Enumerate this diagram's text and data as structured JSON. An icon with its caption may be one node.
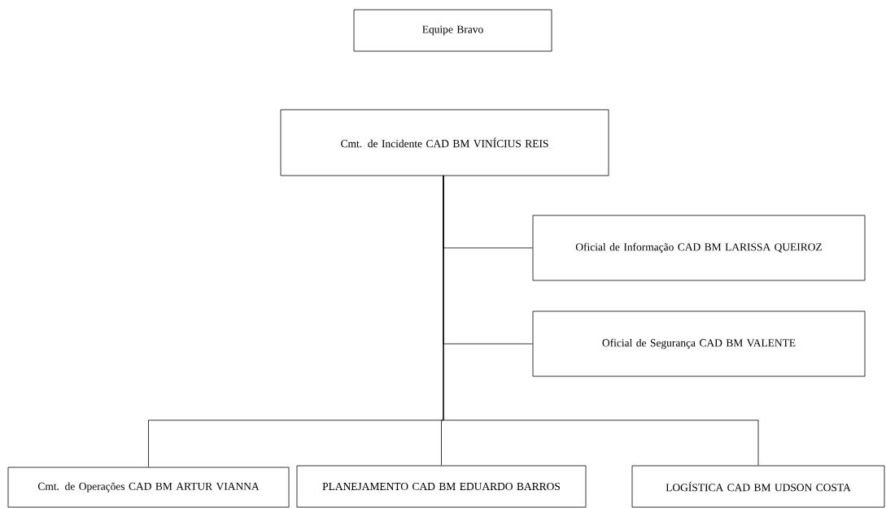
{
  "diagram": {
    "nodes": [
      {
        "text": [
          "Equipe Bravo"
        ]
      },
      {
        "text": [
          "Cmt. de Incidente CAD BM VINÍCIUS REIS"
        ]
      },
      {
        "text": [
          "Oficial de Informação CAD BM LARISSA QUEIROZ"
        ]
      },
      {
        "text": [
          "Oficial de Segurança CAD BM VALENTE"
        ]
      },
      {
        "text": [
          "Cmt. de Operações CAD BM ARTUR VIANNA"
        ]
      },
      {
        "text": [
          "PLANEJAMENTO CAD BM EDUARDO BARROS"
        ]
      },
      {
        "text": [
          "LOGÍSTICA CAD BM UDSON COSTA"
        ]
      }
    ],
    "edges": [
      {
        "from": 1,
        "to": 2,
        "arrow": "none"
      },
      {
        "from": 1,
        "to": 3,
        "arrow": "none"
      },
      {
        "from": 1,
        "to": 4,
        "arrow": "none"
      },
      {
        "from": 1,
        "to": 5,
        "arrow": "none"
      },
      {
        "from": 1,
        "to": 6,
        "arrow": "none"
      }
    ]
  }
}
